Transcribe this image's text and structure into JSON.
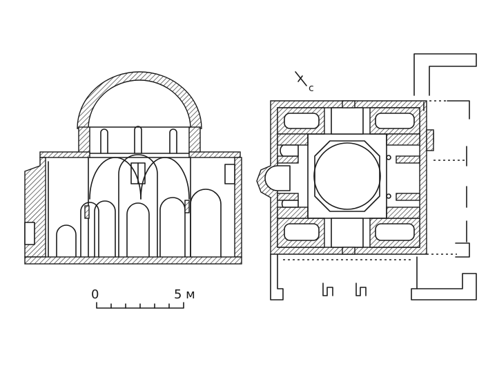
{
  "scale_bar": {
    "start_label": "0",
    "end_label": "5 м"
  },
  "orientation": {
    "label": "с"
  }
}
